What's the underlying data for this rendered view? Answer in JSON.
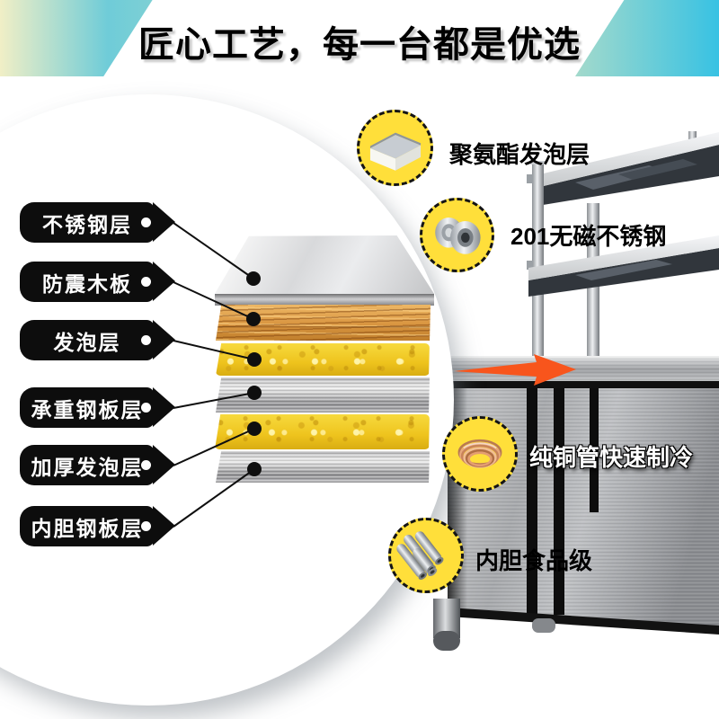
{
  "banner": {
    "title": "匠心工艺，每一台都是优选"
  },
  "diagram": {
    "tags": [
      {
        "label": "不锈钢层"
      },
      {
        "label": "防震木板"
      },
      {
        "label": "发泡层"
      },
      {
        "label": "承重钢板层"
      },
      {
        "label": "加厚发泡层"
      },
      {
        "label": "内胆钢板层"
      }
    ],
    "layers": [
      {
        "name": "不锈钢层",
        "material": "stainless-steel-slab"
      },
      {
        "name": "防震木板",
        "material": "wood-board"
      },
      {
        "name": "发泡层",
        "material": "foam"
      },
      {
        "name": "承重钢板层",
        "material": "load-bearing-steel-plate"
      },
      {
        "name": "加厚发泡层",
        "material": "thick-foam"
      },
      {
        "name": "内胆钢板层",
        "material": "inner-liner-steel-plate"
      }
    ]
  },
  "callouts": [
    {
      "label": "聚氨酯发泡层",
      "icon": "foam-board-icon"
    },
    {
      "label": "201无磁不锈钢",
      "icon": "steel-coil-rolls-icon"
    },
    {
      "label": "纯铜管快速制冷",
      "icon": "copper-coil-icon"
    },
    {
      "label": "内胆食品级",
      "icon": "steel-tubes-icon"
    }
  ],
  "colors": {
    "callout_bg": "#ffdf3a",
    "tag_bg": "#0d0d0d",
    "arrow": "#f8551c",
    "banner_yellow": "#f1efc6",
    "banner_cyan": "#6fccd8",
    "banner_blue": "#38c2e3"
  }
}
